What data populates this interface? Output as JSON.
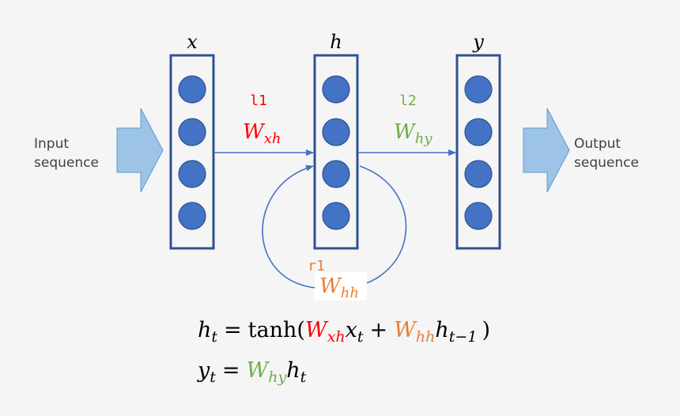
{
  "layers": {
    "input": {
      "label": "x",
      "units": 4
    },
    "hidden": {
      "label": "h",
      "units": 4
    },
    "output": {
      "label": "y",
      "units": 4
    }
  },
  "io": {
    "input_label": [
      "Input",
      "sequence"
    ],
    "output_label": [
      "Output",
      "sequence"
    ]
  },
  "weights": {
    "xh": {
      "tag": "l1",
      "base": "W",
      "sub": "xh",
      "color": "#ff0000"
    },
    "hy": {
      "tag": "l2",
      "base": "W",
      "sub": "hy",
      "color": "#70ad47"
    },
    "hh": {
      "tag": "r1",
      "base": "W",
      "sub": "hh",
      "color": "#ed7d31"
    }
  },
  "equations": {
    "h": {
      "lhs": "h",
      "lhs_sub": "t",
      "eq": "=",
      "fn": "tanh(",
      "t1_base": "W",
      "t1_sub": "xh",
      "t1_var": "x",
      "t1_var_sub": "t",
      "plus": "+",
      "t2_base": "W",
      "t2_sub": "hh",
      "t2_var": "h",
      "t2_var_sub": "t−1",
      "close": ")"
    },
    "y": {
      "lhs": "y",
      "lhs_sub": "t",
      "eq": "=",
      "t1_base": "W",
      "t1_sub": "hy",
      "t1_var": "h",
      "t1_var_sub": "t"
    }
  },
  "colors": {
    "background": "#f5f5f5",
    "node_fill": "#4472c4",
    "node_stroke": "#2f528f",
    "layer_border": "#2f528f",
    "arrow_fill": "#9dc3e6",
    "arrow_stroke": "#5b9bd5",
    "connection": "#4472c4",
    "text": "#000000",
    "io_text": "#404040"
  }
}
